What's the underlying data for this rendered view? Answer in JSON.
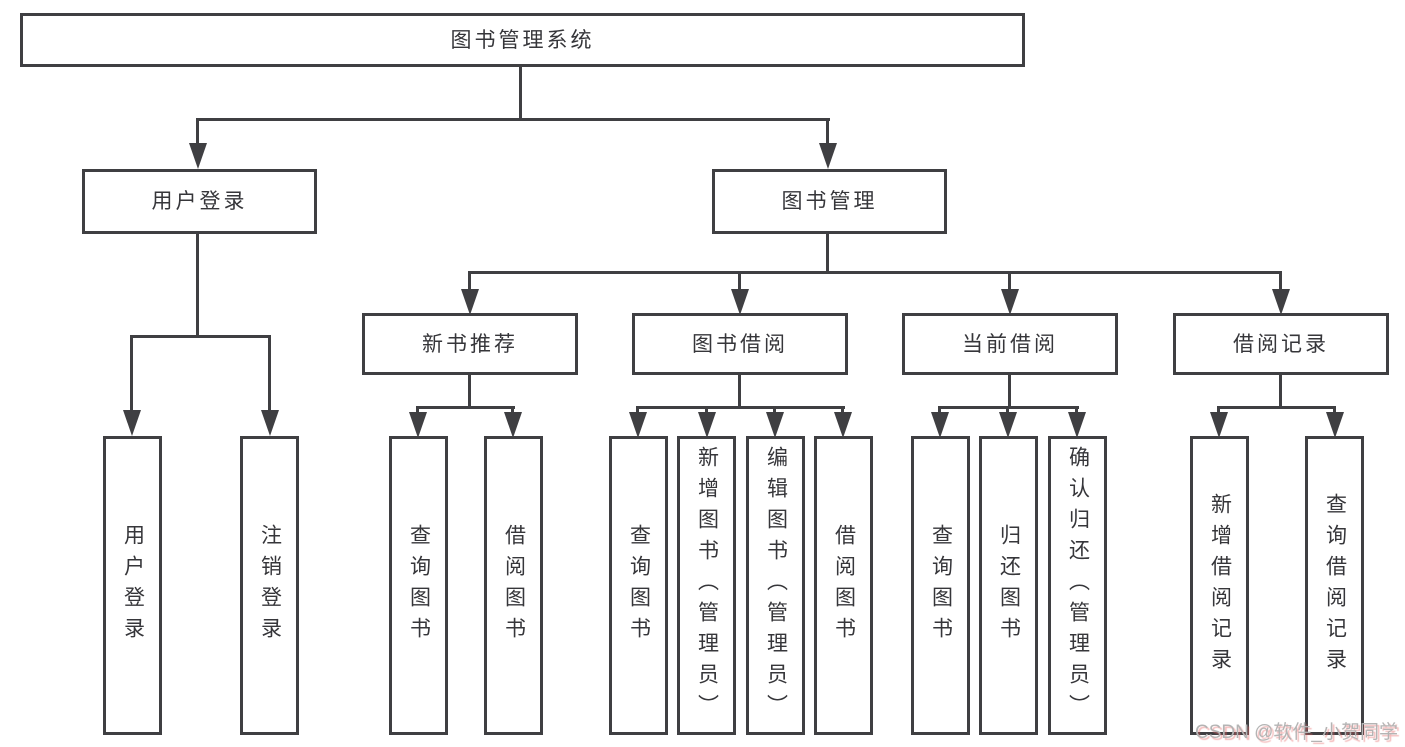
{
  "diagram": {
    "root": {
      "label": "图书管理系统"
    },
    "level2": [
      {
        "label": "用户登录"
      },
      {
        "label": "图书管理"
      }
    ],
    "level3": [
      {
        "label": "新书推荐"
      },
      {
        "label": "图书借阅"
      },
      {
        "label": "当前借阅"
      },
      {
        "label": "借阅记录"
      }
    ],
    "leaves": [
      {
        "label": "用户登录"
      },
      {
        "label": "注销登录"
      },
      {
        "label": "查询图书"
      },
      {
        "label": "借阅图书"
      },
      {
        "label": "查询图书"
      },
      {
        "label": "新增图书（管理员）"
      },
      {
        "label": "编辑图书（管理员）"
      },
      {
        "label": "借阅图书"
      },
      {
        "label": "查询图书"
      },
      {
        "label": "归还图书"
      },
      {
        "label": "确认归还（管理员）"
      },
      {
        "label": "新增借阅记录"
      },
      {
        "label": "查询借阅记录"
      }
    ]
  },
  "watermark": {
    "text": "CSDN @软件_小贺同学"
  },
  "colors": {
    "line": "#3f3f42",
    "text": "#36363a",
    "background": "#ffffff",
    "watermark_gray": "#b4b4b4",
    "watermark_shadow_red": "#e66464"
  }
}
